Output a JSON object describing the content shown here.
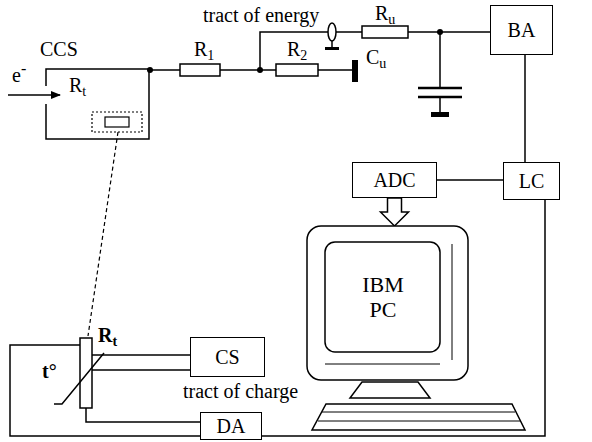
{
  "diagram": {
    "nodes": [
      {
        "text": [
          "CCS",
          "Rt"
        ]
      },
      {
        "text": [
          "BA"
        ]
      },
      {
        "text": [
          "ADC"
        ]
      },
      {
        "text": [
          "LC"
        ]
      },
      {
        "text": [
          "IBM PC"
        ]
      },
      {
        "text": [
          "CS"
        ]
      },
      {
        "text": [
          "DA"
        ]
      }
    ],
    "edges": [
      {
        "from": 0,
        "to": 1,
        "arrow": "none"
      },
      {
        "from": 1,
        "to": 3,
        "arrow": "none"
      },
      {
        "from": 2,
        "to": 3,
        "arrow": "none"
      },
      {
        "from": 2,
        "to": 4,
        "arrow": "to"
      },
      {
        "from": 6,
        "to": 3,
        "arrow": "none"
      }
    ],
    "labels": [
      "tract of energy",
      "R1",
      "R2",
      "Ru",
      "Cu",
      "e-",
      "Rt",
      "t°",
      "tract of charge"
    ]
  }
}
